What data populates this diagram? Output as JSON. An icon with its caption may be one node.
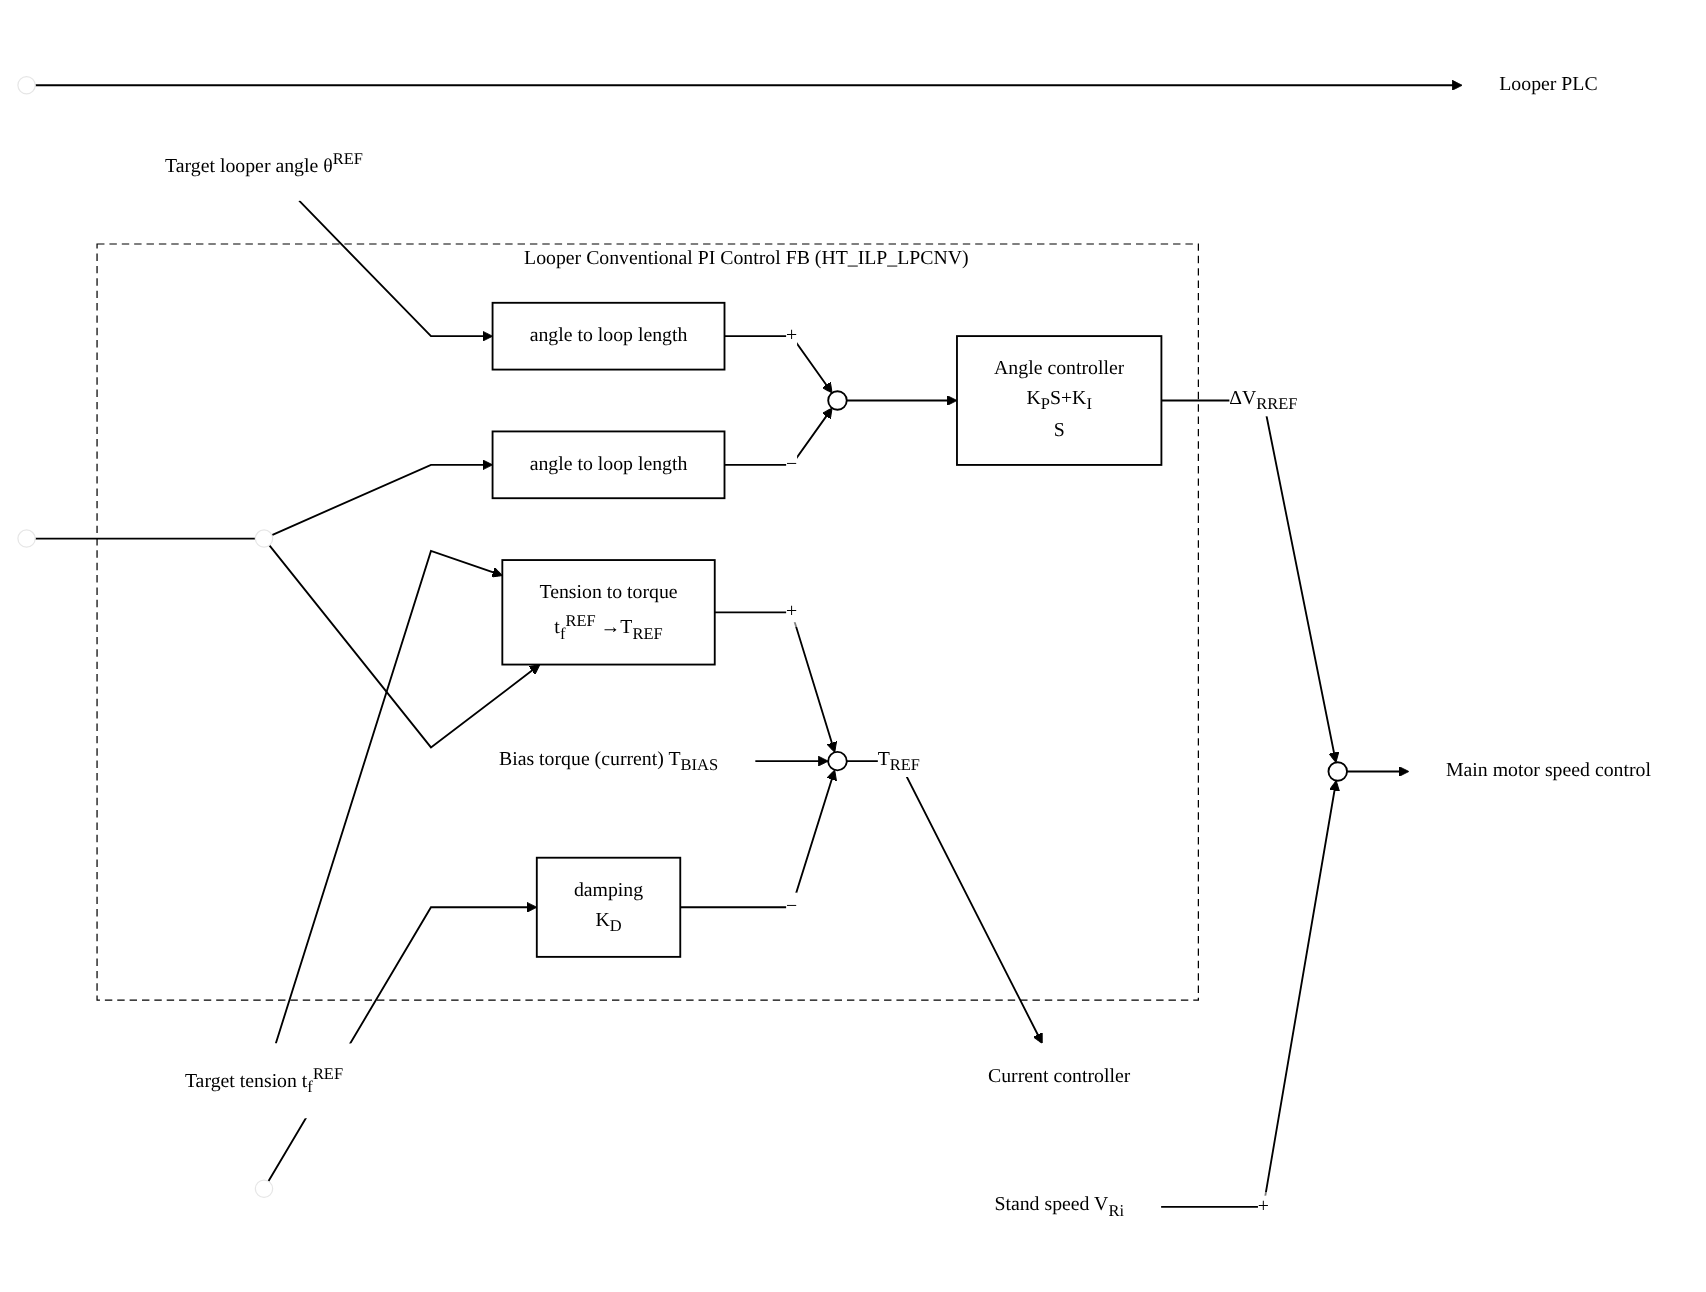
{
  "diagram": {
    "nodes": [
      {
        "text": [
          "Looper PLC"
        ]
      },
      {
        "text": [
          "Looper Conventional PI Control FB (HT_ILP_LPCNV)"
        ]
      },
      {
        "text": [
          "Stand speed V$_{Ri}$"
        ]
      },
      {
        "text": [
          "Target looper angle θ$^{REF}$"
        ]
      },
      {
        "text": [
          "angle to loop length"
        ],
        "in": 1
      },
      {
        "text": [],
        "shape": "circle",
        "in": 1
      },
      {
        "text": [
          "Angle controller",
          "K$_{P}$S+K$_{I}$",
          "S"
        ],
        "in": 1
      },
      {
        "text": [],
        "shape": "circle"
      },
      {
        "text": [
          "Main motor speed control"
        ]
      },
      {
        "text": [
          "angle to loop length"
        ],
        "in": 1
      },
      {
        "text": [
          "Bias torque (current) T$_{BIAS}$"
        ],
        "in": 1
      },
      {
        "text": [
          "Target tension t$_{f}$$^{REF}$"
        ]
      },
      {
        "text": [
          "Tension to torque",
          "t$_{f}$$^{REF}$ →T$_{REF}$"
        ],
        "in": 1
      },
      {
        "text": [],
        "shape": "circle",
        "in": 1
      },
      {
        "text": [
          "Current controller"
        ]
      },
      {
        "text": [
          "damping",
          "K$_{D}$"
        ],
        "in": 1
      },
      {
        "text": [],
        "shape": "dot",
        "in": 1
      }
    ],
    "edges": [
      {
        "from": null,
        "to": 0,
        "arrow": "to"
      },
      {
        "from": 3,
        "to": 4,
        "arrow": "to"
      },
      {
        "from": 4,
        "to": 5,
        "arrow": "to",
        "label": "+"
      },
      {
        "from": 9,
        "to": 5,
        "arrow": "to",
        "label": "−"
      },
      {
        "from": 5,
        "to": 6,
        "arrow": "to"
      },
      {
        "from": 6,
        "to": 7,
        "arrow": "to",
        "label": "ΔV$_{RREF}$"
      },
      {
        "from": 2,
        "to": 7,
        "arrow": "to",
        "label": "+"
      },
      {
        "from": 7,
        "to": 8,
        "arrow": "to"
      },
      {
        "from": 11,
        "to": 12,
        "arrow": "to"
      },
      {
        "from": 12,
        "to": 13,
        "arrow": "to",
        "label": "+"
      },
      {
        "from": 10,
        "to": 13,
        "arrow": "to"
      },
      {
        "from": 15,
        "to": 13,
        "arrow": "to",
        "label": "−"
      },
      {
        "from": 13,
        "to": 14,
        "arrow": "to",
        "label": "T$_{REF}$"
      },
      {
        "from": null,
        "to": 15,
        "arrow": "to"
      },
      {
        "from": null,
        "to": 16,
        "arrow": "none"
      },
      {
        "from": 16,
        "to": 9,
        "arrow": "to"
      },
      {
        "from": 16,
        "to": 12,
        "arrow": "to"
      }
    ]
  }
}
